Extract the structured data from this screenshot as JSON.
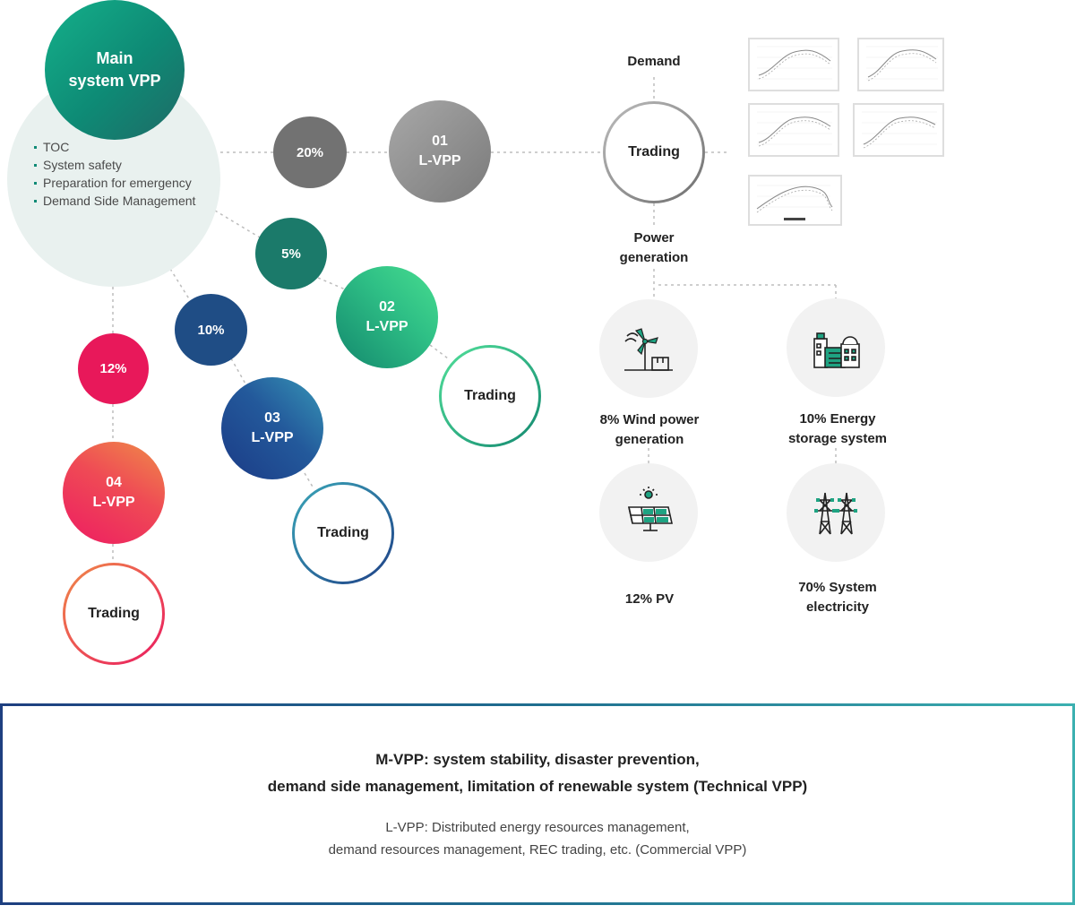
{
  "main": {
    "title_line1": "Main",
    "title_line2": "system VPP",
    "items": [
      "TOC",
      "System safety",
      "Preparation for emergency",
      "Demand Side Management"
    ]
  },
  "shares": {
    "p20": "20%",
    "p5": "5%",
    "p10": "10%",
    "p12": "12%"
  },
  "lvpps": [
    {
      "num": "01",
      "name": "L-VPP"
    },
    {
      "num": "02",
      "name": "L-VPP"
    },
    {
      "num": "03",
      "name": "L-VPP"
    },
    {
      "num": "04",
      "name": "L-VPP"
    }
  ],
  "trading_label": "Trading",
  "right": {
    "demand": "Demand",
    "power_line1": "Power",
    "power_line2": "generation",
    "wind_line1": "8% Wind power",
    "wind_line2": "generation",
    "ess_line1": "10% Energy",
    "ess_line2": "storage system",
    "pv": "12% PV",
    "sys_line1": "70% System",
    "sys_line2": "electricity"
  },
  "summary": {
    "m_line1": "M-VPP: system stability, disaster prevention,",
    "m_line2": "demand side management, limitation of renewable system (Technical VPP)",
    "l_line1": "L-VPP: Distributed energy resources management,",
    "l_line2": "demand resources management, REC trading, etc. (Commercial VPP)"
  },
  "colors": {
    "main_green": "#0e8a75",
    "gray": "#727272",
    "dark_green": "#1b7a6a",
    "navy": "#1f4d85",
    "pink": "#e8185a"
  }
}
